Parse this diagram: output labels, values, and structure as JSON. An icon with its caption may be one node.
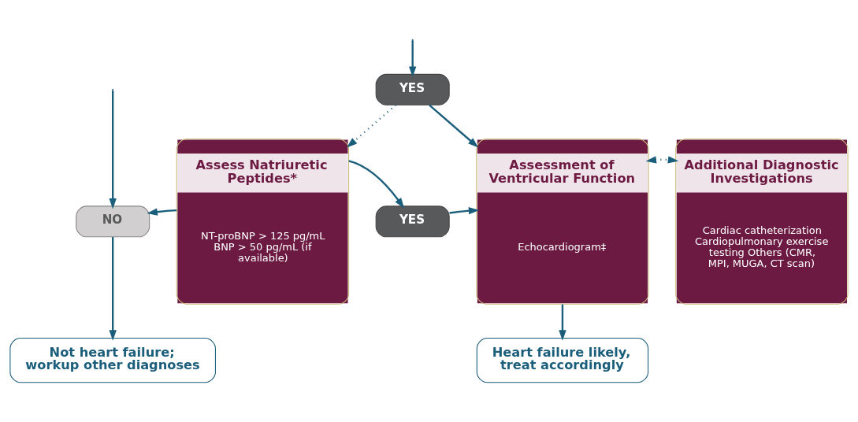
{
  "diagram": {
    "nodes": [
      {
        "text": [
          "YES"
        ]
      },
      {
        "text": [
          "Assess Natriuretic Peptides*",
          "NT-proBNP > 125 pg/mL BNP > 50 pg/mL (if available)"
        ]
      },
      {
        "text": [
          "NO"
        ]
      },
      {
        "text": [
          "YES"
        ]
      },
      {
        "text": [
          "Assessment of Ventricular Function",
          "Echocardiogram‡"
        ]
      },
      {
        "text": [
          "Additional Diagnostic Investigations",
          "Cardiac catheterization Cardiopulmonary exercise testing Others (CMR, MPI, MUGA, CT scan)"
        ]
      },
      {
        "text": [
          "Not heart failure; workup other diagnoses"
        ]
      },
      {
        "text": [
          "Heart failure likely, treat accordingly"
        ]
      }
    ],
    "edges": [
      {
        "from": null,
        "to": 0,
        "arrow": "to"
      },
      {
        "from": 0,
        "to": 1,
        "arrow": "to",
        "style": "dashed"
      },
      {
        "from": 0,
        "to": 4,
        "arrow": "to"
      },
      {
        "from": null,
        "to": 2,
        "arrow": "to"
      },
      {
        "from": 1,
        "to": 2,
        "arrow": "to"
      },
      {
        "from": 1,
        "to": 3,
        "arrow": "to"
      },
      {
        "from": 3,
        "to": 4,
        "arrow": "to"
      },
      {
        "from": 4,
        "to": 5,
        "arrow": "both",
        "style": "dashed"
      },
      {
        "from": 2,
        "to": 6,
        "arrow": "to"
      },
      {
        "from": 4,
        "to": 7,
        "arrow": "to"
      }
    ]
  }
}
